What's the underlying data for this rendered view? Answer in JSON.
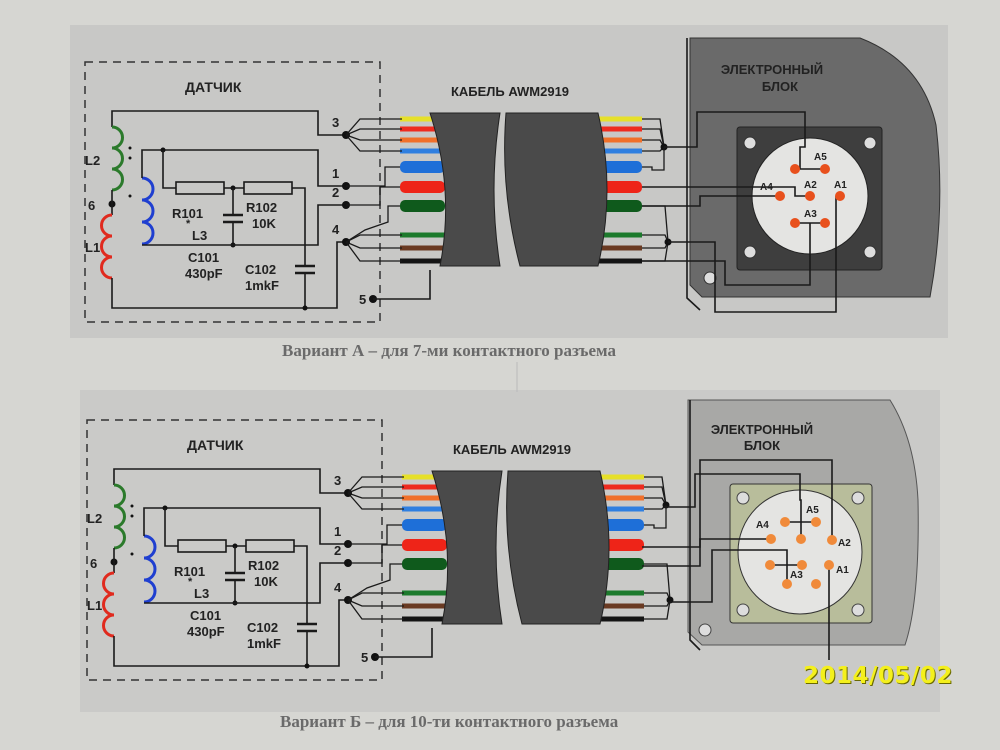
{
  "panels": [
    {
      "variant": "A",
      "caption": "Вариант А – для 7-ми контактного разъема",
      "sensor_label": "ДАТЧИК",
      "cable_label": "КАБЕЛЬ AWM2919",
      "block_label_line1": "ЭЛЕКТРОННЫЙ",
      "block_label_line2": "БЛОК",
      "components": {
        "L1": "L1",
        "L2": "L2",
        "L3": "L3",
        "R101": "R101",
        "R102": "R102",
        "R102_value": "10K",
        "C101": "C101",
        "C101_value": "430pF",
        "C102": "C102",
        "C102_value": "1mkF",
        "node6": "6",
        "star": "*"
      },
      "terminals": [
        "3",
        "1",
        "2",
        "4",
        "5"
      ],
      "pins": [
        "A5",
        "A2",
        "A1",
        "A4",
        "A3"
      ],
      "pin_count": 7
    },
    {
      "variant": "B",
      "caption": "Вариант Б – для 10-ти контактного разъема",
      "sensor_label": "ДАТЧИК",
      "cable_label": "КАБЕЛЬ AWM2919",
      "block_label_line1": "ЭЛЕКТРОННЫЙ",
      "block_label_line2": "БЛОК",
      "components": {
        "L1": "L1",
        "L2": "L2",
        "L3": "L3",
        "R101": "R101",
        "R102": "R102",
        "R102_value": "10K",
        "C101": "C101",
        "C101_value": "430pF",
        "C102": "C102",
        "C102_value": "1mkF",
        "node6": "6",
        "star": "*"
      },
      "terminals": [
        "3",
        "1",
        "2",
        "4",
        "5"
      ],
      "pins": [
        "A5",
        "A4",
        "A2",
        "A1",
        "A3"
      ],
      "pin_count": 10
    }
  ],
  "cable_wires": [
    {
      "color": "#e6e02a",
      "thick": false
    },
    {
      "color": "#ee2b1f",
      "thick": false
    },
    {
      "color": "#f0702a",
      "thick": false
    },
    {
      "color": "#2f7fe0",
      "thick": false
    },
    {
      "color": "#1e6fd8",
      "thick": true
    },
    {
      "color": "#ee2418",
      "thick": true
    },
    {
      "color": "#0f5a1c",
      "thick": true
    },
    {
      "color": "#1c7a2c",
      "thick": false
    },
    {
      "color": "#6a3a22",
      "thick": false
    },
    {
      "color": "#141414",
      "thick": false
    }
  ],
  "coil_colors": {
    "L1": "#e02a1e",
    "L2": "#2b7a2b",
    "L3": "#1f3fd0"
  },
  "pin_color_a": "#e8501c",
  "pin_color_b": "#f08a3a",
  "date_stamp": "2014/05/02"
}
